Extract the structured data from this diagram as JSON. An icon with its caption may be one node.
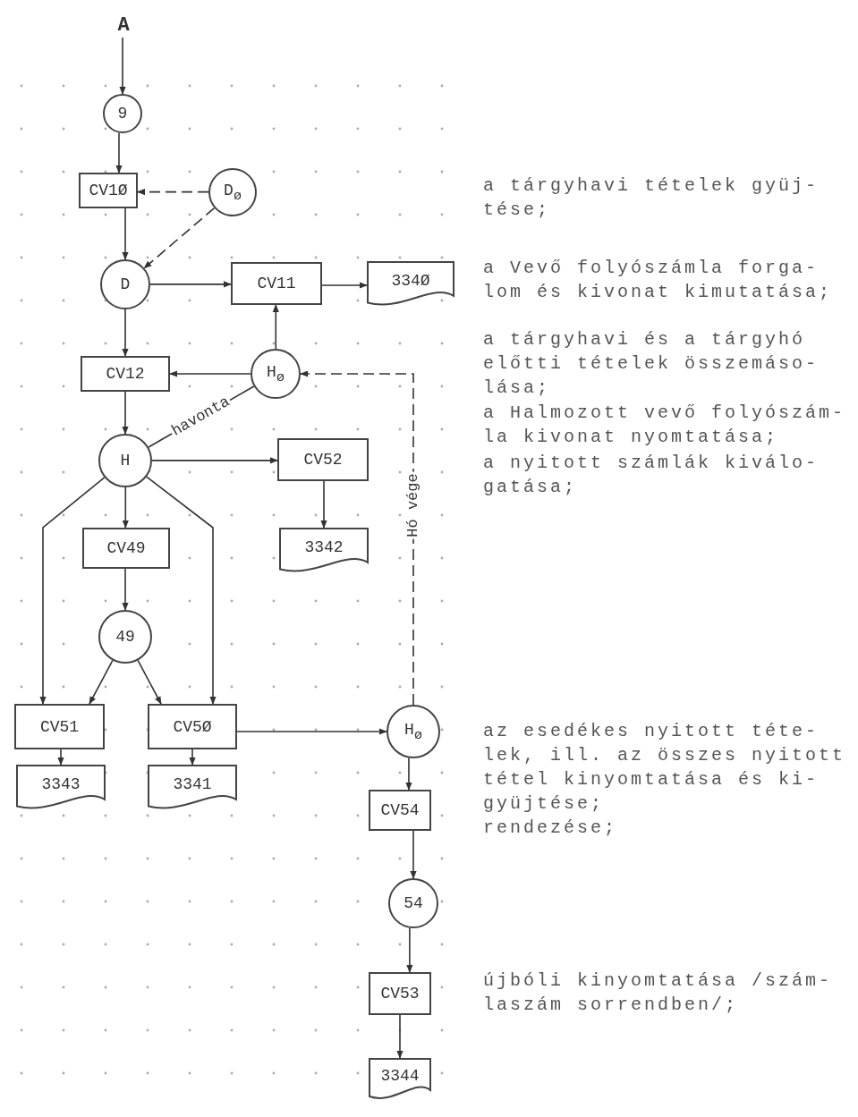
{
  "diagram": {
    "nodes": [
      {
        "text": [
          "A"
        ]
      },
      {
        "text": [
          "9"
        ]
      },
      {
        "text": [
          "CV1Ø"
        ]
      },
      {
        "text": [
          "D$_{ø}$"
        ]
      },
      {
        "text": [
          "D"
        ]
      },
      {
        "text": [
          "CV11"
        ]
      },
      {
        "text": [
          "334Ø"
        ]
      },
      {
        "text": [
          "CV12"
        ]
      },
      {
        "text": [
          "H$_{ø}$"
        ]
      },
      {
        "text": [
          "H"
        ]
      },
      {
        "text": [
          "CV52"
        ]
      },
      {
        "text": [
          "3342"
        ]
      },
      {
        "text": [
          "CV49"
        ]
      },
      {
        "text": [
          "49"
        ]
      },
      {
        "text": [
          "CV51"
        ]
      },
      {
        "text": [
          "3343"
        ]
      },
      {
        "text": [
          "CV5Ø"
        ]
      },
      {
        "text": [
          "3341"
        ]
      },
      {
        "text": [
          "H$_{ø}$"
        ]
      },
      {
        "text": [
          "CV54"
        ]
      },
      {
        "text": [
          "54"
        ]
      },
      {
        "text": [
          "CV53"
        ]
      },
      {
        "text": [
          "3344"
        ]
      }
    ],
    "edges": [
      {
        "from": 0,
        "to": 1,
        "arrow": "to"
      },
      {
        "from": 1,
        "to": 2,
        "arrow": "to"
      },
      {
        "from": 3,
        "to": 2,
        "arrow": "to",
        "style": "dashed"
      },
      {
        "from": 2,
        "to": 4,
        "arrow": "to"
      },
      {
        "from": 3,
        "to": 4,
        "arrow": "to",
        "style": "dashed"
      },
      {
        "from": 4,
        "to": 5,
        "arrow": "to"
      },
      {
        "from": 5,
        "to": 6,
        "arrow": "to"
      },
      {
        "from": 8,
        "to": 5,
        "arrow": "to"
      },
      {
        "from": 8,
        "to": 7,
        "arrow": "to"
      },
      {
        "from": 4,
        "to": 7,
        "arrow": "to"
      },
      {
        "from": 7,
        "to": 9,
        "arrow": "to"
      },
      {
        "from": 9,
        "to": 8,
        "arrow": "none",
        "label": "havonta"
      },
      {
        "from": 18,
        "to": 8,
        "arrow": "to",
        "style": "dashed",
        "label": "Hó vége"
      },
      {
        "from": 9,
        "to": 10,
        "arrow": "to"
      },
      {
        "from": 10,
        "to": 11,
        "arrow": "to"
      },
      {
        "from": 9,
        "to": 12,
        "arrow": "to"
      },
      {
        "from": 12,
        "to": 13,
        "arrow": "to"
      },
      {
        "from": 9,
        "to": 14,
        "arrow": "to"
      },
      {
        "from": 9,
        "to": 16,
        "arrow": "to"
      },
      {
        "from": 13,
        "to": 14,
        "arrow": "to"
      },
      {
        "from": 13,
        "to": 16,
        "arrow": "to"
      },
      {
        "from": 14,
        "to": 15,
        "arrow": "to"
      },
      {
        "from": 16,
        "to": 17,
        "arrow": "to"
      },
      {
        "from": 16,
        "to": 18,
        "arrow": "to"
      },
      {
        "from": 18,
        "to": 19,
        "arrow": "to"
      },
      {
        "from": 19,
        "to": 20,
        "arrow": "to"
      },
      {
        "from": 20,
        "to": 21,
        "arrow": "to"
      },
      {
        "from": 21,
        "to": 22,
        "arrow": "to"
      }
    ],
    "labels": [
      "a tárgyhavi tételek gyüj- tése;",
      "a Vevő folyószámla forga- lom és kivonat kimutatása;",
      "a tárgyhavi és a tárgyhó előtti tételek összemáso- lása;",
      "a Halmozott vevő folyószám- la kivonat nyomtatása;",
      "a nyitott számlák kiválo- gatása;",
      "az esedékes nyitott téte- lek, ill. az összes nyitott tétel kinyomtatása és ki- gyüjtése;",
      "rendezése;",
      "újbóli kinyomtatása /szám- laszám sorrendben/;"
    ]
  }
}
